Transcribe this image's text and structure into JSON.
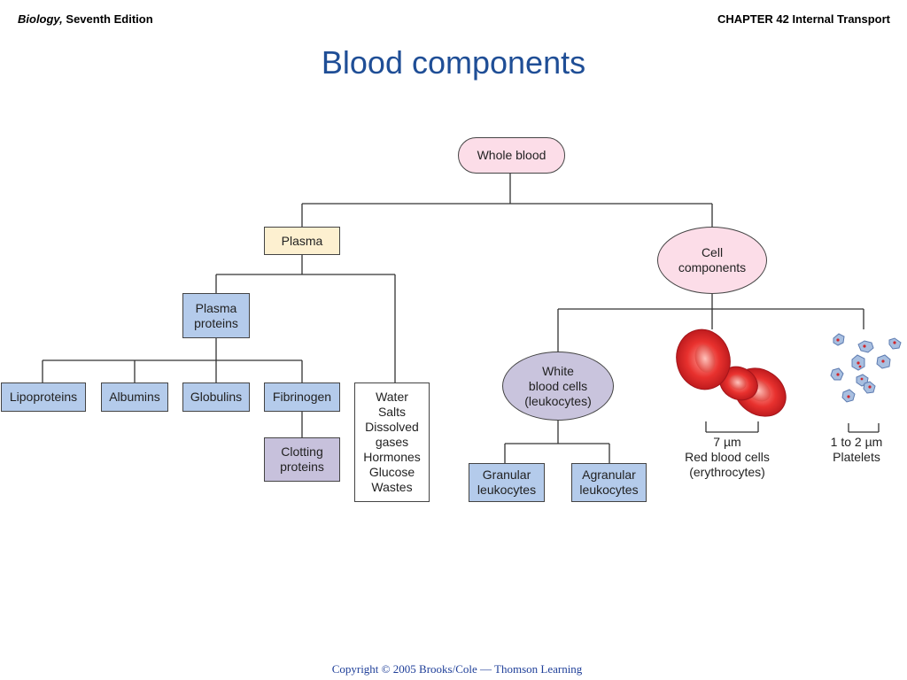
{
  "header": {
    "book_title": "Biology,",
    "edition": " Seventh Edition",
    "chapter": "CHAPTER 42 Internal Transport"
  },
  "title": "Blood components",
  "nodes": {
    "whole_blood": "Whole blood",
    "plasma": "Plasma",
    "cell_components": "Cell\ncomponents",
    "plasma_proteins": "Plasma\nproteins",
    "lipoproteins": "Lipoproteins",
    "albumins": "Albumins",
    "globulins": "Globulins",
    "fibrinogen": "Fibrinogen",
    "clotting_proteins": "Clotting\nproteins",
    "plasma_contents": "Water\nSalts\nDissolved\ngases\nHormones\nGlucose\nWastes",
    "white_blood_cells": "White\nblood cells\n(leukocytes)",
    "granular": "Granular\nleukocytes",
    "agranular": "Agranular\nleukocytes"
  },
  "captions": {
    "red_blood_cells": "7 µm\nRed blood cells\n(erythrocytes)",
    "platelets": "1 to 2 µm\nPlatelets"
  },
  "colors": {
    "title": "#1f4e96",
    "blue_box": "#b4cbeb",
    "pink_box": "#fcdde8",
    "cream_box": "#fdf0d0",
    "lavender_box": "#c7c1dc",
    "red_cell": "#e8312e",
    "platelet": "#9fb7da"
  },
  "icons": {
    "red_blood_cells": "red-blood-cells-illustration",
    "platelets": "platelets-illustration"
  },
  "footer": {
    "copyright": "Copyright © 2005 Brooks/Cole — Thomson Learning"
  }
}
